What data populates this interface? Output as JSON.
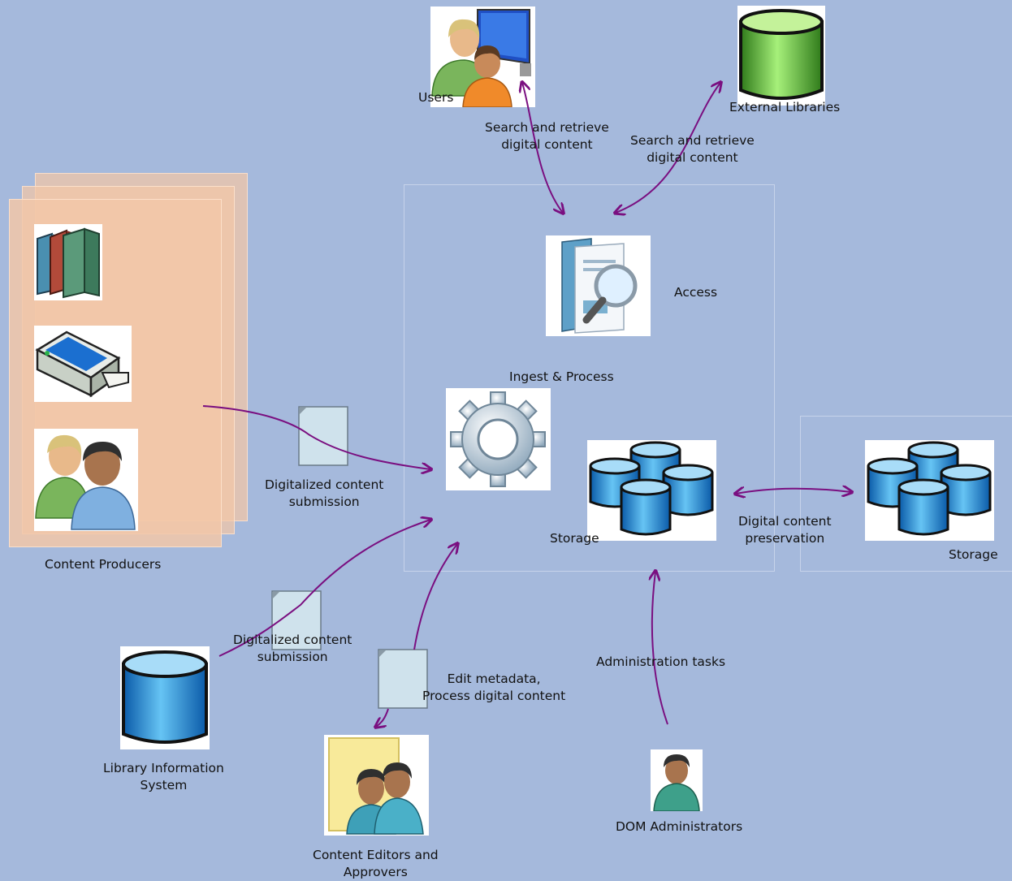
{
  "labels": {
    "users": "Users",
    "external_libraries": "External Libraries",
    "search_retrieve_users": [
      "Search and retrieve",
      "digital content"
    ],
    "search_retrieve_external": [
      "Search and retrieve",
      "digital content"
    ],
    "access": "Access",
    "ingest_process": "Ingest & Process",
    "storage_main": "Storage",
    "storage_external": "Storage",
    "digital_preservation": [
      "Digital content",
      "preservation"
    ],
    "content_producers": "Content Producers",
    "digitalized_submission_producers": [
      "Digitalized content",
      "submission"
    ],
    "digitalized_submission_lis": [
      "Digitalized content",
      "submission"
    ],
    "library_information_system": [
      "Library Information",
      "System"
    ],
    "edit_metadata": [
      "Edit metadata,",
      "Process digital content"
    ],
    "administration_tasks": "Administration tasks",
    "content_editors": [
      "Content Editors and",
      "Approvers"
    ],
    "dom_administrators": "DOM Administrators"
  },
  "icons": {
    "users": "users-computer-icon",
    "external_libraries": "green-cylinder-icon",
    "access": "document-magnifier-icon",
    "ingest": "gear-icon",
    "storage": "database-cluster-icon",
    "books": "books-icon",
    "scanner": "scanner-icon",
    "people": "people-icon",
    "document": "document-icon",
    "library_db": "blue-cylinder-icon",
    "editors": "editors-icon",
    "admin": "admin-person-icon"
  },
  "colors": {
    "background": "#a5b9dc",
    "arrow": "#7a0f80",
    "producers_panel": "#f2c7a8",
    "box_border": "#c8d4ea"
  }
}
